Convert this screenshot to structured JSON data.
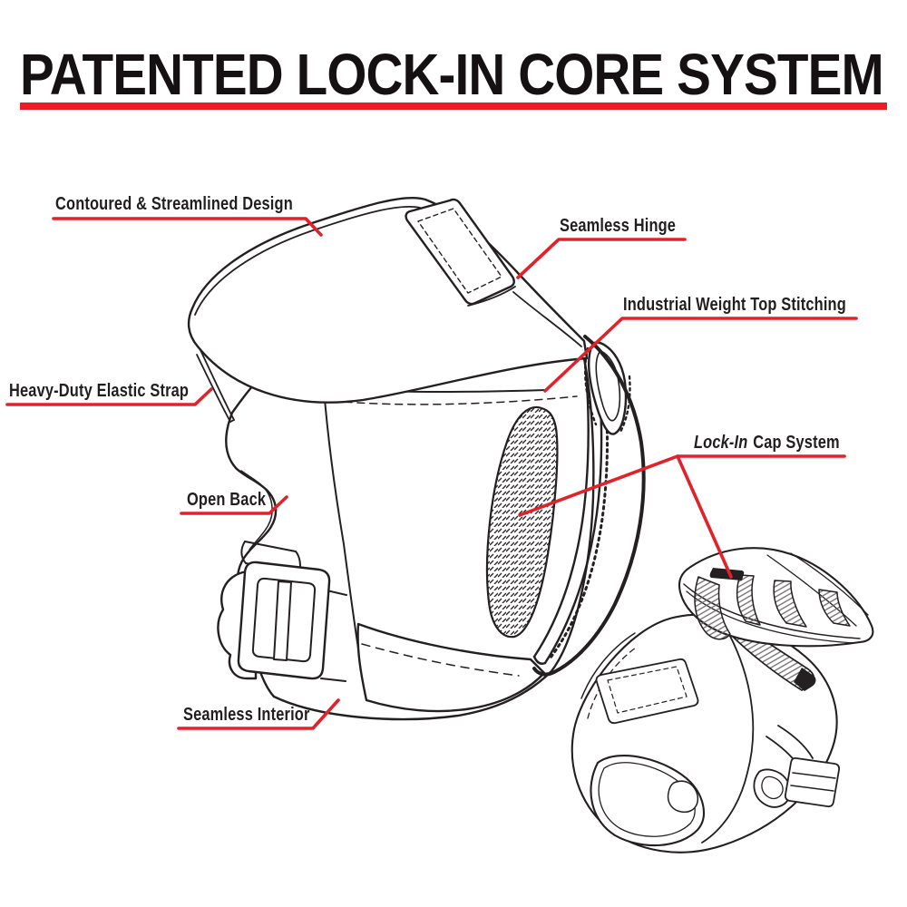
{
  "header": {
    "title": "PATENTED LOCK-IN CORE SYSTEM"
  },
  "colors": {
    "accent_red": "#e2222a",
    "title_rule_red": "#ed1c24",
    "line_black": "#241f21"
  },
  "callouts": {
    "contoured": {
      "label": "Contoured & Streamlined Design"
    },
    "seamless_hinge": {
      "label": "Seamless Hinge"
    },
    "top_stitching": {
      "label": "Industrial Weight Top Stitching"
    },
    "elastic_strap": {
      "label": "Heavy-Duty Elastic Strap"
    },
    "open_back": {
      "label": "Open Back"
    },
    "lock_in_cap": {
      "label_italic": "Lock-In",
      "label_rest": "Cap System"
    },
    "seamless_interior": {
      "label": "Seamless Interior"
    }
  }
}
